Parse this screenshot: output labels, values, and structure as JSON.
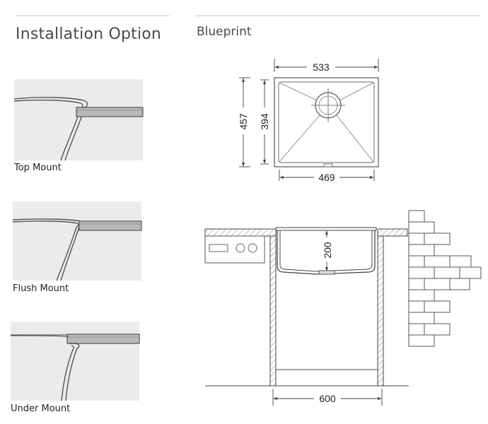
{
  "installation": {
    "title": "Installation Option",
    "options": [
      {
        "label": "Top Mount",
        "icon": "top-mount-diagram"
      },
      {
        "label": "Flush Mount",
        "icon": "flush-mount-diagram"
      },
      {
        "label": "Under Mount",
        "icon": "under-mount-diagram"
      }
    ]
  },
  "blueprint": {
    "title": "Blueprint",
    "top_view": {
      "outer_width": "533",
      "outer_depth": "457",
      "inner_depth": "394",
      "inner_width": "469"
    },
    "side_view": {
      "bowl_depth": "200",
      "cabinet_width": "600"
    }
  },
  "colors": {
    "panel_bg": "#ebebeb",
    "line": "#4a4a4a",
    "rule": "#c8c8c8"
  }
}
